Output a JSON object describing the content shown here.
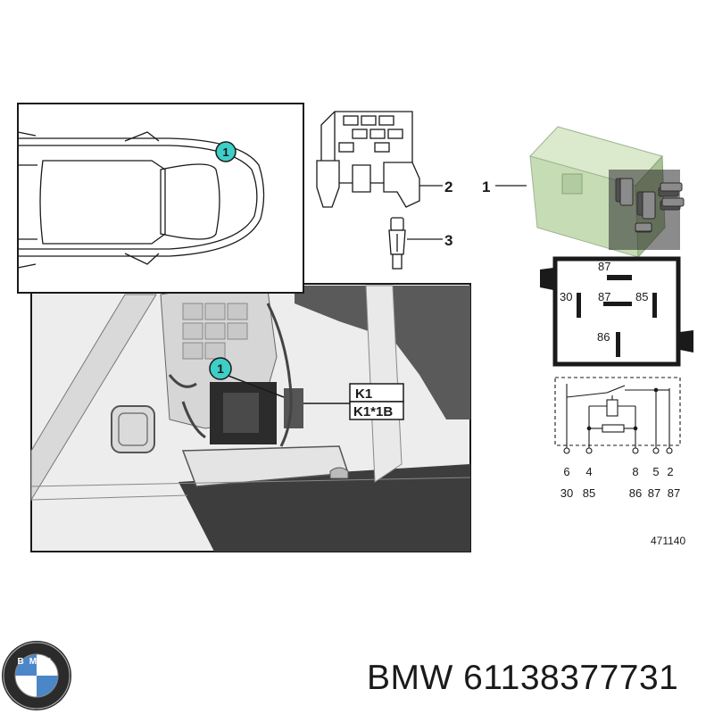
{
  "callouts": {
    "car_marker": "1",
    "photo_marker": "1",
    "part_1": "1",
    "part_2": "2",
    "part_3": "3"
  },
  "photo_labels": {
    "k1": "K1",
    "k1_1b": "K1*1B"
  },
  "relay_pinout": {
    "top": "87",
    "left": "30",
    "center": "87",
    "right": "85",
    "bottom": "86"
  },
  "schematic": {
    "pin_numbers": [
      "6",
      "4",
      "8",
      "5",
      "2"
    ],
    "terminal_codes": [
      "30",
      "85",
      "86",
      "87",
      "87"
    ]
  },
  "drawing_number": "471140",
  "logo": {
    "text": "BMW"
  },
  "footer": {
    "brand": "BMW",
    "part_number": "61138377731"
  },
  "colors": {
    "callout_teal": "#3ccfc8",
    "relay_green": "#c5dcb4",
    "line": "#1a1a1a"
  }
}
